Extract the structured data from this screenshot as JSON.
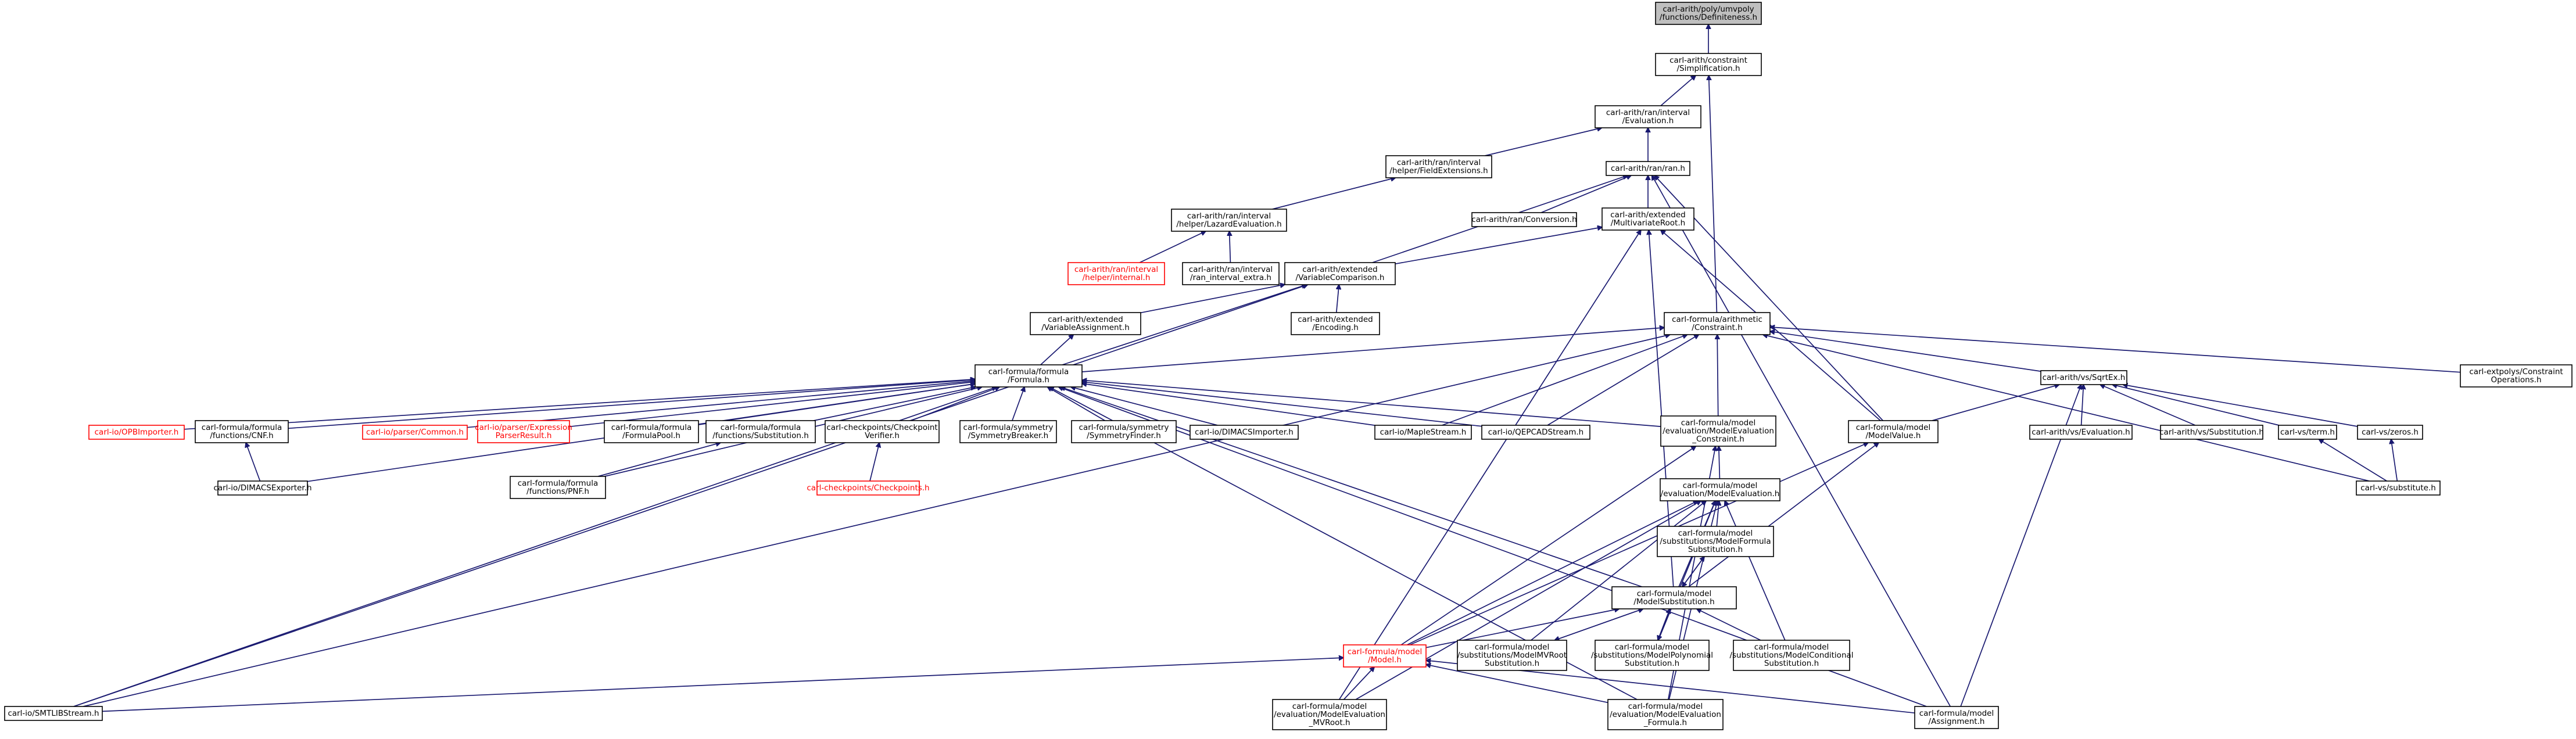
{
  "nodes": [
    {
      "id": "n0",
      "lines": [
        "carl-arith/poly/umvpoly",
        "/functions/Definiteness.h"
      ],
      "root": true
    },
    {
      "id": "n1",
      "lines": [
        "carl-arith/constraint",
        "/Simplification.h"
      ]
    },
    {
      "id": "n2",
      "lines": [
        "carl-arith/ran/interval",
        "/Evaluation.h"
      ]
    },
    {
      "id": "n3",
      "lines": [
        "carl-arith/ran/ran.h"
      ]
    },
    {
      "id": "n4",
      "lines": [
        "carl-arith/ran/interval",
        "/helper/FieldExtensions.h"
      ]
    },
    {
      "id": "n5",
      "lines": [
        "carl-arith/ran/interval",
        "/helper/LazardEvaluation.h"
      ]
    },
    {
      "id": "n6",
      "lines": [
        "carl-arith/ran/interval",
        "/helper/internal.h"
      ],
      "red": true
    },
    {
      "id": "n7",
      "lines": [
        "carl-arith/ran/interval",
        "/ran_interval_extra.h"
      ]
    },
    {
      "id": "n8",
      "lines": [
        "carl-arith/ran/Conversion.h"
      ]
    },
    {
      "id": "n9",
      "lines": [
        "carl-arith/extended",
        "/MultivariateRoot.h"
      ]
    },
    {
      "id": "n10",
      "lines": [
        "carl-arith/extended",
        "/VariableComparison.h"
      ]
    },
    {
      "id": "n11",
      "lines": [
        "carl-arith/extended",
        "/VariableAssignment.h"
      ]
    },
    {
      "id": "n12",
      "lines": [
        "carl-arith/extended",
        "/Encoding.h"
      ]
    },
    {
      "id": "n13",
      "lines": [
        "carl-formula/arithmetic",
        "/Constraint.h"
      ]
    },
    {
      "id": "n14",
      "lines": [
        "carl-formula/formula",
        "/Formula.h"
      ]
    },
    {
      "id": "n15",
      "lines": [
        "carl-extpolys/Constraint",
        "Operations.h"
      ]
    },
    {
      "id": "n16",
      "lines": [
        "carl-arith/vs/SqrtEx.h"
      ]
    },
    {
      "id": "n17",
      "lines": [
        "carl-io/OPBImporter.h"
      ],
      "red": true
    },
    {
      "id": "n18",
      "lines": [
        "carl-formula/formula",
        "/functions/CNF.h"
      ]
    },
    {
      "id": "n19",
      "lines": [
        "carl-io/parser/Common.h"
      ],
      "red": true
    },
    {
      "id": "n20",
      "lines": [
        "carl-io/parser/Expression",
        "ParserResult.h"
      ],
      "red": true
    },
    {
      "id": "n21",
      "lines": [
        "carl-formula/formula",
        "/FormulaPool.h"
      ]
    },
    {
      "id": "n22",
      "lines": [
        "carl-formula/formula",
        "/functions/Substitution.h"
      ]
    },
    {
      "id": "n23",
      "lines": [
        "carl-checkpoints/Checkpoint",
        "Verifier.h"
      ]
    },
    {
      "id": "n24",
      "lines": [
        "carl-formula/symmetry",
        "/SymmetryBreaker.h"
      ]
    },
    {
      "id": "n25",
      "lines": [
        "carl-formula/symmetry",
        "/SymmetryFinder.h"
      ]
    },
    {
      "id": "n26",
      "lines": [
        "carl-io/DIMACSImporter.h"
      ]
    },
    {
      "id": "n27",
      "lines": [
        "carl-io/MapleStream.h"
      ]
    },
    {
      "id": "n28",
      "lines": [
        "carl-io/QEPCADStream.h"
      ]
    },
    {
      "id": "n29",
      "lines": [
        "carl-formula/model",
        "/evaluation/ModelEvaluation",
        "_Constraint.h"
      ]
    },
    {
      "id": "n30",
      "lines": [
        "carl-formula/model",
        "/ModelValue.h"
      ]
    },
    {
      "id": "n31",
      "lines": [
        "carl-arith/vs/Evaluation.h"
      ]
    },
    {
      "id": "n32",
      "lines": [
        "carl-arith/vs/Substitution.h"
      ]
    },
    {
      "id": "n33",
      "lines": [
        "carl-vs/term.h"
      ]
    },
    {
      "id": "n34",
      "lines": [
        "carl-vs/zeros.h"
      ]
    },
    {
      "id": "n35",
      "lines": [
        "carl-io/DIMACSExporter.h"
      ]
    },
    {
      "id": "n36",
      "lines": [
        "carl-formula/formula",
        "/functions/PNF.h"
      ]
    },
    {
      "id": "n37",
      "lines": [
        "carl-checkpoints/Checkpoints.h"
      ],
      "red": true
    },
    {
      "id": "n38",
      "lines": [
        "carl-formula/model",
        "/evaluation/ModelEvaluation.h"
      ]
    },
    {
      "id": "n39",
      "lines": [
        "carl-vs/substitute.h"
      ]
    },
    {
      "id": "n40",
      "lines": [
        "carl-formula/model",
        "/substitutions/ModelFormula",
        "Substitution.h"
      ]
    },
    {
      "id": "n41",
      "lines": [
        "carl-formula/model",
        "/ModelSubstitution.h"
      ]
    },
    {
      "id": "n42",
      "lines": [
        "carl-formula/model",
        "/Model.h"
      ],
      "red": true
    },
    {
      "id": "n43",
      "lines": [
        "carl-formula/model",
        "/substitutions/ModelMVRoot",
        "Substitution.h"
      ]
    },
    {
      "id": "n44",
      "lines": [
        "carl-formula/model",
        "/substitutions/ModelPolynomial",
        "Substitution.h"
      ]
    },
    {
      "id": "n45",
      "lines": [
        "carl-formula/model",
        "/substitutions/ModelConditional",
        "Substitution.h"
      ]
    },
    {
      "id": "n46",
      "lines": [
        "carl-io/SMTLIBStream.h"
      ]
    },
    {
      "id": "n47",
      "lines": [
        "carl-formula/model",
        "/evaluation/ModelEvaluation",
        "_MVRoot.h"
      ]
    },
    {
      "id": "n48",
      "lines": [
        "carl-formula/model",
        "/evaluation/ModelEvaluation",
        "_Formula.h"
      ]
    },
    {
      "id": "n49",
      "lines": [
        "carl-formula/model",
        "/Assignment.h"
      ]
    }
  ]
}
